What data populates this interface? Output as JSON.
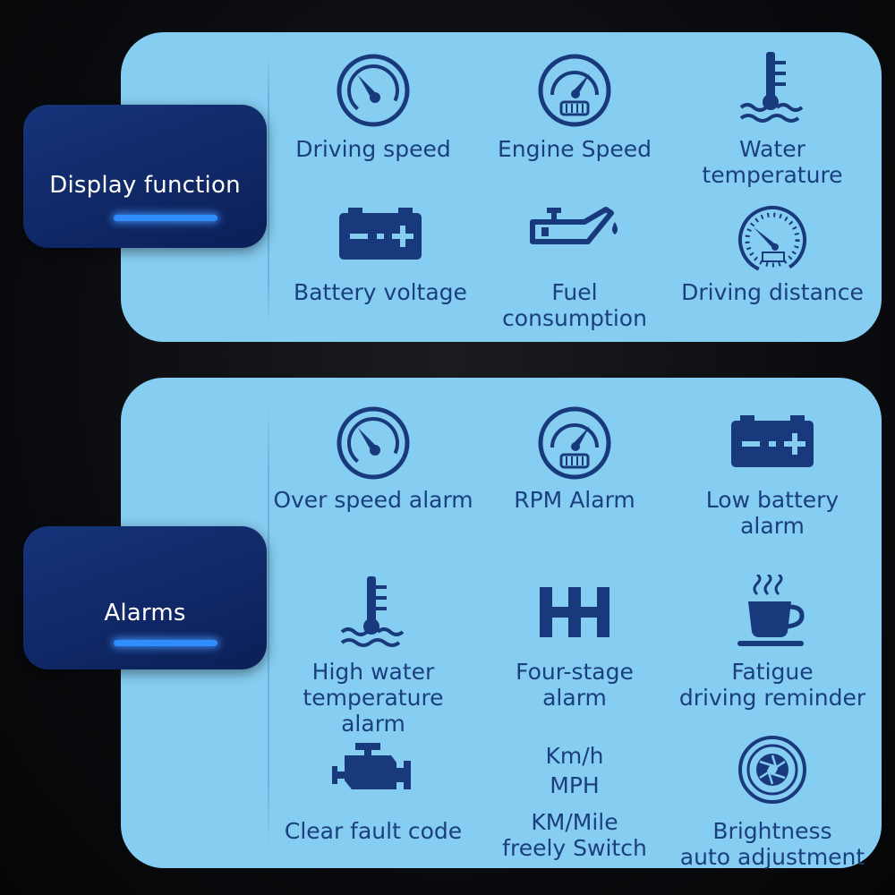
{
  "sections": {
    "display": {
      "title": "Display function",
      "items": [
        {
          "label": "Driving speed",
          "icon": "speedometer-icon"
        },
        {
          "label": "Engine Speed",
          "icon": "tachometer-icon"
        },
        {
          "label": "Water\ntemperature",
          "icon": "water-temperature-icon"
        },
        {
          "label": "Battery voltage",
          "icon": "battery-icon"
        },
        {
          "label": "Fuel\nconsumption",
          "icon": "oil-can-icon"
        },
        {
          "label": "Driving distance",
          "icon": "odometer-icon"
        }
      ]
    },
    "alarms": {
      "title": "Alarms",
      "items": [
        {
          "label": "Over speed alarm",
          "icon": "speedometer-icon"
        },
        {
          "label": "RPM Alarm",
          "icon": "tachometer-icon"
        },
        {
          "label": "Low battery\nalarm",
          "icon": "battery-icon"
        },
        {
          "label": "High water\ntemperature alarm",
          "icon": "water-temperature-icon"
        },
        {
          "label": "Four-stage\nalarm",
          "icon": "gear-shift-icon"
        },
        {
          "label": "Fatigue\ndriving reminder",
          "icon": "coffee-cup-icon"
        },
        {
          "label": "Clear fault code",
          "icon": "engine-icon"
        },
        {
          "label": "KM/Mile\nfreely Switch",
          "icon": "unit-switch-icon",
          "icon_text": [
            "Km/h",
            "MPH"
          ]
        },
        {
          "label": "Brightness\nauto adjustment",
          "icon": "brightness-sensor-icon"
        }
      ]
    }
  },
  "colors": {
    "panel": "#86cdf2",
    "tag": "#0b1f57",
    "icon": "#183a7c",
    "accent_bar": "#2f8dff"
  }
}
